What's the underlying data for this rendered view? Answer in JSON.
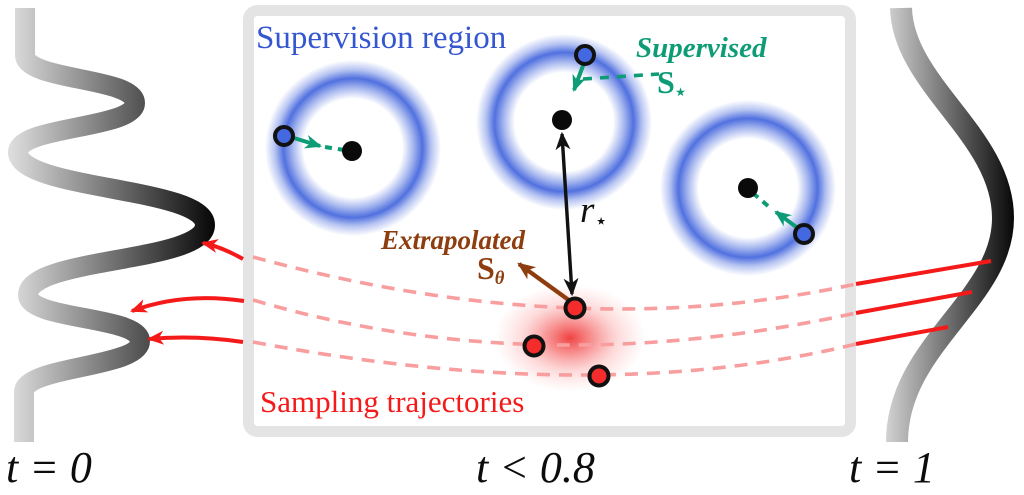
{
  "figure": {
    "title": "Supervision region",
    "labels": {
      "supervised": "Supervised",
      "supervised_sym": "S",
      "supervised_sub": "⋆",
      "radius": "r",
      "radius_sub": "⋆",
      "extrapolated": "Extrapolated",
      "extrapolated_sym": "S",
      "extrapolated_sub": "θ",
      "sampling": "Sampling trajectories"
    },
    "timeline": {
      "left": "t = 0",
      "middle": "t < 0.8",
      "right": "t = 1"
    },
    "colors": {
      "supervision_blue": "#3456d0",
      "ring_blue": "#4164dc",
      "supervised_teal": "#0e9c77",
      "extrapolated_brown": "#8e3d0f",
      "sampling_red": "#f51a1a",
      "trajectory_pink": "#f89e9e",
      "box_border_gray": "#e4e4e4",
      "curve_gradient_light": "#dcdcdc",
      "curve_gradient_dark": "#060606"
    }
  }
}
